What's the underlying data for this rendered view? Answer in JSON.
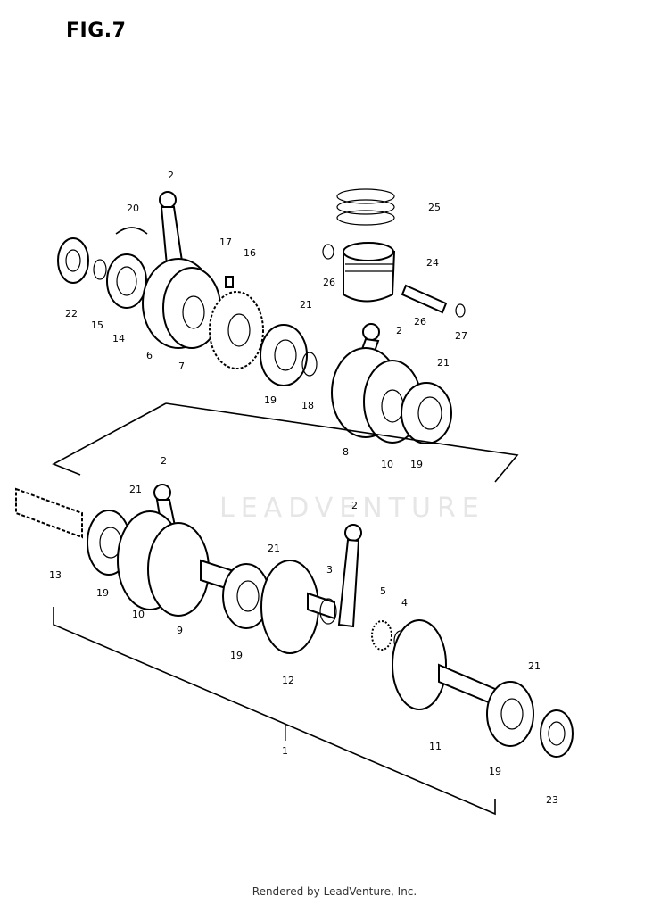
{
  "figure": {
    "title": "FIG.7",
    "footer": "Rendered by LeadVenture, Inc.",
    "watermark": "LEADVENTURE"
  },
  "callouts": {
    "c1": "1",
    "c2a": "2",
    "c2b": "2",
    "c2c": "2",
    "c2d": "2",
    "c3": "3",
    "c4": "4",
    "c5": "5",
    "c6": "6",
    "c7": "7",
    "c8": "8",
    "c9": "9",
    "c10a": "10",
    "c10b": "10",
    "c11": "11",
    "c12": "12",
    "c13": "13",
    "c14": "14",
    "c15": "15",
    "c16": "16",
    "c17": "17",
    "c18": "18",
    "c19a": "19",
    "c19b": "19",
    "c19c": "19",
    "c19d": "19",
    "c19e": "19",
    "c20": "20",
    "c21a": "21",
    "c21b": "21",
    "c21c": "21",
    "c21d": "21",
    "c21e": "21",
    "c22": "22",
    "c23": "23",
    "c24": "24",
    "c25": "25",
    "c26a": "26",
    "c26b": "26",
    "c27": "27"
  }
}
